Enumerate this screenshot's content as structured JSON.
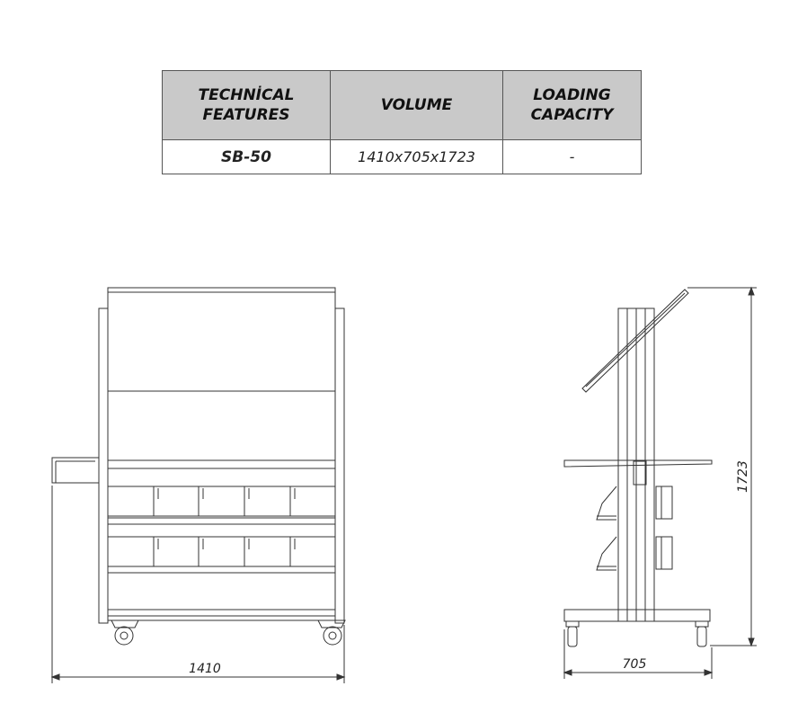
{
  "table": {
    "headers": [
      "TECHNİCAL FEATURES",
      "VOLUME",
      "LOADING CAPACITY"
    ],
    "header_lines": [
      [
        "TECHNİCAL",
        "FEATURES"
      ],
      [
        "VOLUME"
      ],
      [
        "LOADING",
        "CAPACITY"
      ]
    ],
    "row": {
      "model": "SB-50",
      "volume": "1410x705x1723",
      "loading_capacity": "-"
    }
  },
  "dimensions": {
    "width": "1410",
    "depth": "705",
    "height": "1723"
  }
}
